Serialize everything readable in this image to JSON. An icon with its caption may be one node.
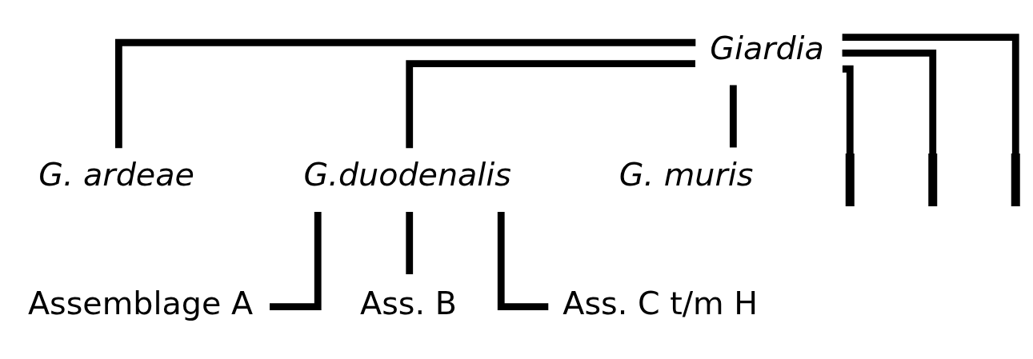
{
  "diagram": {
    "nodes": [
      {
        "text": [
          "Giardia"
        ]
      },
      {
        "text": [
          "G. ardeae"
        ]
      },
      {
        "text": [
          "G.duodenalis"
        ]
      },
      {
        "text": [
          "G. muris"
        ]
      },
      {
        "text": [],
        "shape": "bar"
      },
      {
        "text": [],
        "shape": "bar"
      },
      {
        "text": [],
        "shape": "bar"
      },
      {
        "text": [
          "Assemblage A"
        ]
      },
      {
        "text": [
          "Ass. B"
        ]
      },
      {
        "text": [
          "Ass. C t/m H"
        ]
      }
    ],
    "edges": [
      {
        "from": 0,
        "to": 1,
        "arrow": "none"
      },
      {
        "from": 0,
        "to": 2,
        "arrow": "none"
      },
      {
        "from": 0,
        "to": 3,
        "arrow": "none"
      },
      {
        "from": 0,
        "to": 4,
        "arrow": "none"
      },
      {
        "from": 0,
        "to": 5,
        "arrow": "none"
      },
      {
        "from": 0,
        "to": 6,
        "arrow": "none"
      },
      {
        "from": 2,
        "to": 7,
        "arrow": "none"
      },
      {
        "from": 2,
        "to": 8,
        "arrow": "none"
      },
      {
        "from": 2,
        "to": 9,
        "arrow": "none"
      }
    ]
  }
}
